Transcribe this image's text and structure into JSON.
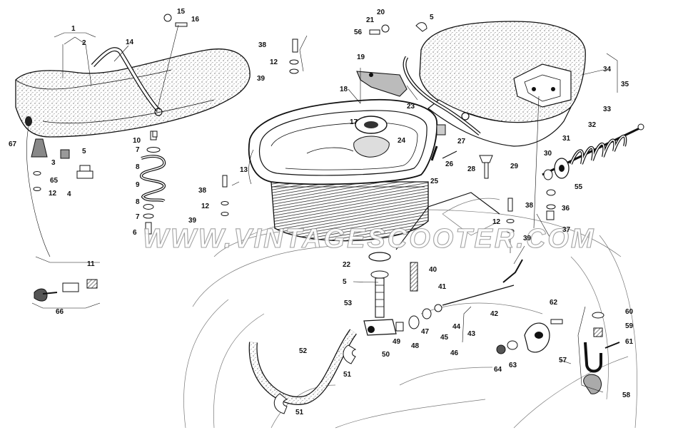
{
  "diagram": {
    "watermark": "WWW.VINTAGESCOOTER.COM",
    "part_labels": [
      {
        "id": "p1",
        "text": "1"
      },
      {
        "id": "p2",
        "text": "2"
      },
      {
        "id": "p3",
        "text": "3"
      },
      {
        "id": "p4",
        "text": "4"
      },
      {
        "id": "p5a",
        "text": "5"
      },
      {
        "id": "p5b",
        "text": "5"
      },
      {
        "id": "p5c",
        "text": "5"
      },
      {
        "id": "p6",
        "text": "6"
      },
      {
        "id": "p7a",
        "text": "7"
      },
      {
        "id": "p7b",
        "text": "7"
      },
      {
        "id": "p8a",
        "text": "8"
      },
      {
        "id": "p8b",
        "text": "8"
      },
      {
        "id": "p9",
        "text": "9"
      },
      {
        "id": "p10",
        "text": "10"
      },
      {
        "id": "p11",
        "text": "11"
      },
      {
        "id": "p12a",
        "text": "12"
      },
      {
        "id": "p12b",
        "text": "12"
      },
      {
        "id": "p12c",
        "text": "12"
      },
      {
        "id": "p12d",
        "text": "12"
      },
      {
        "id": "p13",
        "text": "13"
      },
      {
        "id": "p14",
        "text": "14"
      },
      {
        "id": "p15",
        "text": "15"
      },
      {
        "id": "p16",
        "text": "16"
      },
      {
        "id": "p17",
        "text": "17"
      },
      {
        "id": "p18",
        "text": "18"
      },
      {
        "id": "p19",
        "text": "19"
      },
      {
        "id": "p20",
        "text": "20"
      },
      {
        "id": "p21",
        "text": "21"
      },
      {
        "id": "p22",
        "text": "22"
      },
      {
        "id": "p23",
        "text": "23"
      },
      {
        "id": "p24",
        "text": "24"
      },
      {
        "id": "p25",
        "text": "25"
      },
      {
        "id": "p26",
        "text": "26"
      },
      {
        "id": "p27",
        "text": "27"
      },
      {
        "id": "p28",
        "text": "28"
      },
      {
        "id": "p29",
        "text": "29"
      },
      {
        "id": "p30",
        "text": "30"
      },
      {
        "id": "p31",
        "text": "31"
      },
      {
        "id": "p32",
        "text": "32"
      },
      {
        "id": "p33",
        "text": "33"
      },
      {
        "id": "p34",
        "text": "34"
      },
      {
        "id": "p35",
        "text": "35"
      },
      {
        "id": "p36",
        "text": "36"
      },
      {
        "id": "p37",
        "text": "37"
      },
      {
        "id": "p38a",
        "text": "38"
      },
      {
        "id": "p38b",
        "text": "38"
      },
      {
        "id": "p38c",
        "text": "38"
      },
      {
        "id": "p39a",
        "text": "39"
      },
      {
        "id": "p39b",
        "text": "39"
      },
      {
        "id": "p39c",
        "text": "39"
      },
      {
        "id": "p40",
        "text": "40"
      },
      {
        "id": "p41",
        "text": "41"
      },
      {
        "id": "p42",
        "text": "42"
      },
      {
        "id": "p43",
        "text": "43"
      },
      {
        "id": "p44",
        "text": "44"
      },
      {
        "id": "p45",
        "text": "45"
      },
      {
        "id": "p46",
        "text": "46"
      },
      {
        "id": "p47",
        "text": "47"
      },
      {
        "id": "p48",
        "text": "48"
      },
      {
        "id": "p49",
        "text": "49"
      },
      {
        "id": "p50",
        "text": "50"
      },
      {
        "id": "p51a",
        "text": "51"
      },
      {
        "id": "p51b",
        "text": "51"
      },
      {
        "id": "p52",
        "text": "52"
      },
      {
        "id": "p53",
        "text": "53"
      },
      {
        "id": "p55",
        "text": "55"
      },
      {
        "id": "p56",
        "text": "56"
      },
      {
        "id": "p57",
        "text": "57"
      },
      {
        "id": "p58",
        "text": "58"
      },
      {
        "id": "p59",
        "text": "59"
      },
      {
        "id": "p60",
        "text": "60"
      },
      {
        "id": "p61",
        "text": "61"
      },
      {
        "id": "p62",
        "text": "62"
      },
      {
        "id": "p63",
        "text": "63"
      },
      {
        "id": "p64",
        "text": "64"
      },
      {
        "id": "p65",
        "text": "65"
      },
      {
        "id": "p66",
        "text": "66"
      },
      {
        "id": "p67",
        "text": "67"
      }
    ]
  }
}
